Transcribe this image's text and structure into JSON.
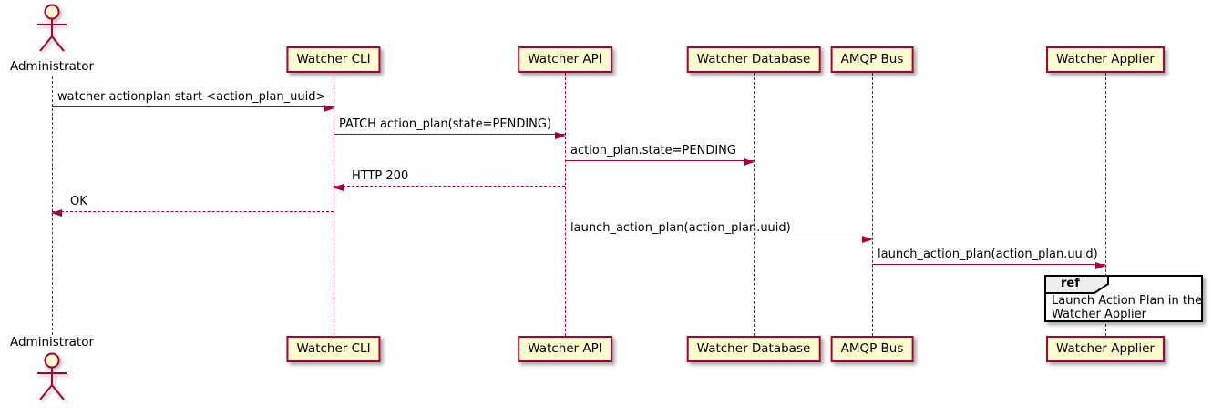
{
  "diagram": {
    "type": "sequence-diagram",
    "actor": {
      "name": "Administrator"
    },
    "participants": [
      {
        "label": "Watcher CLI"
      },
      {
        "label": "Watcher API"
      },
      {
        "label": "Watcher Database"
      },
      {
        "label": "AMQP Bus"
      },
      {
        "label": "Watcher Applier"
      }
    ],
    "messages": [
      {
        "text": "watcher actionplan start <action_plan_uuid>",
        "from": "Administrator",
        "to": "Watcher CLI",
        "line": "solid",
        "direction": "right"
      },
      {
        "text": "PATCH action_plan(state=PENDING)",
        "from": "Watcher CLI",
        "to": "Watcher API",
        "line": "solid",
        "direction": "right"
      },
      {
        "text": "action_plan.state=PENDING",
        "from": "Watcher API",
        "to": "Watcher Database",
        "line": "solid",
        "direction": "right"
      },
      {
        "text": "HTTP 200",
        "from": "Watcher API",
        "to": "Watcher CLI",
        "line": "dashed",
        "direction": "left"
      },
      {
        "text": "OK",
        "from": "Watcher CLI",
        "to": "Administrator",
        "line": "dashed",
        "direction": "left"
      },
      {
        "text": "launch_action_plan(action_plan.uuid)",
        "from": "Watcher API",
        "to": "AMQP Bus",
        "line": "solid",
        "direction": "right"
      },
      {
        "text": "launch_action_plan(action_plan.uuid)",
        "from": "AMQP Bus",
        "to": "Watcher Applier",
        "line": "solid",
        "direction": "right"
      }
    ],
    "ref": {
      "keyword": "ref",
      "lines": [
        "Launch Action Plan in the",
        "Watcher Applier"
      ],
      "over": "Watcher Applier"
    },
    "colors": {
      "participant_fill": "#FEFECE",
      "participant_border": "#A80036",
      "arrow": "#A80036",
      "lifeline": "#A80036",
      "text": "#000000",
      "ref_border": "#000000",
      "ref_tab_fill": "#EEEEEE",
      "background": "#FFFFFF"
    }
  }
}
